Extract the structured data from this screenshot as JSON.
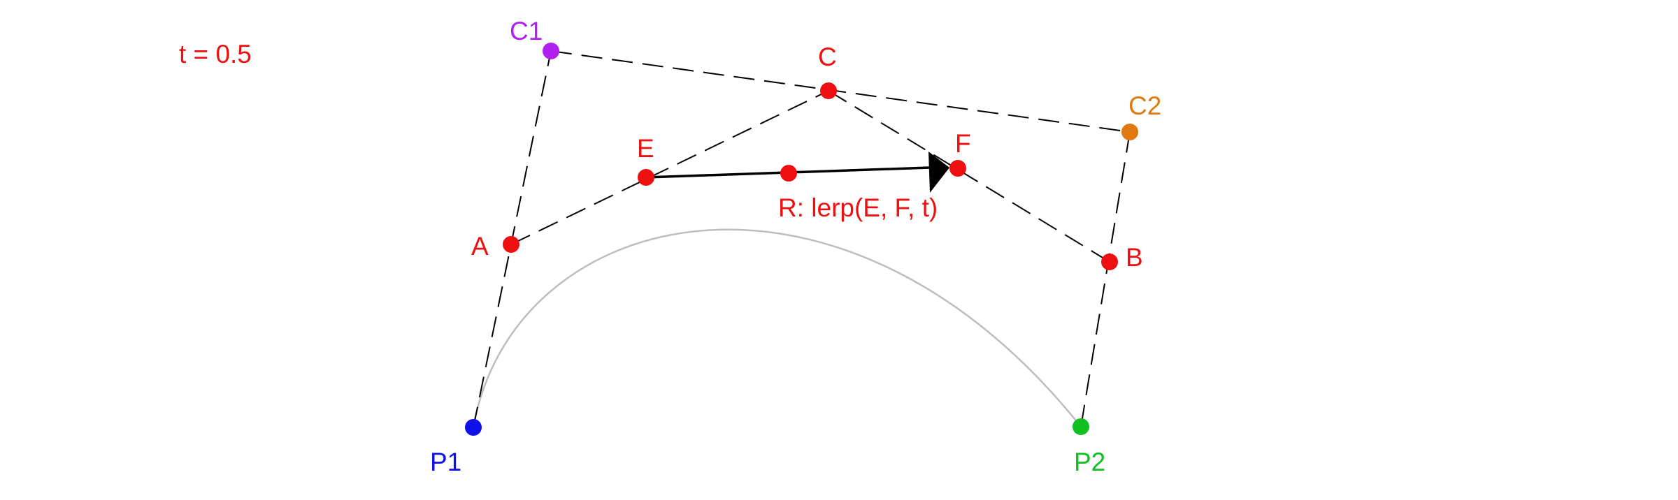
{
  "parameter_label": "t = 0.5",
  "points": {
    "p1": {
      "label": "P1",
      "color": "#1010e8"
    },
    "c1": {
      "label": "C1",
      "color": "#b020f0"
    },
    "c2": {
      "label": "C2",
      "color": "#e07a10"
    },
    "p2": {
      "label": "P2",
      "color": "#10c020"
    },
    "a": {
      "label": "A",
      "color": "#ee1010"
    },
    "b": {
      "label": "B",
      "color": "#ee1010"
    },
    "c": {
      "label": "C",
      "color": "#ee1010"
    },
    "e": {
      "label": "E",
      "color": "#ee1010"
    },
    "f": {
      "label": "F",
      "color": "#ee1010"
    },
    "r": {
      "label": "R: lerp(E, F, t)",
      "color": "#ee1010"
    }
  },
  "colors": {
    "curve": "#bdbdbd",
    "construction_lines": "#000000",
    "arrow": "#000000",
    "parameter_text": "#ee1010"
  }
}
